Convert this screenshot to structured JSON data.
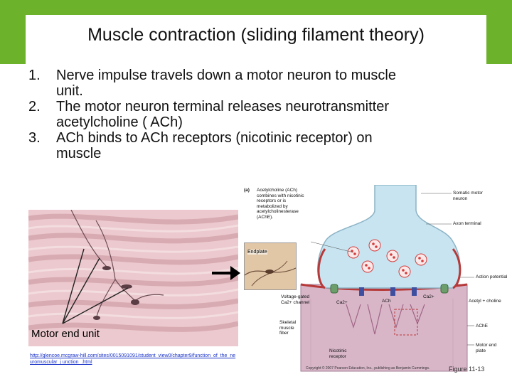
{
  "slide": {
    "title": "Muscle contraction (sliding filament theory)",
    "steps": [
      {
        "num": "1.",
        "line1": "Nerve impulse travels down a motor neuron to muscle",
        "line2": "unit."
      },
      {
        "num": "2.",
        "line1": "The motor neuron terminal releases neurotransmitter",
        "line2": "acetylcholine ( ACh)"
      },
      {
        "num": "3.",
        "line1": "ACh binds to ACh receptors (nicotinic receptor) on",
        "line2": "muscle"
      }
    ]
  },
  "micrograph": {
    "label": "Motor end unit",
    "url": "http://glencoe.mcgraw-hill.com/sites/0015091091/student_view0/chapter9/function_of_the_neuromuscular_j unction_.html"
  },
  "inset": {
    "label": "Endplate"
  },
  "figure": {
    "panel_label": "(a)",
    "callouts": {
      "ach_note": [
        "Acetylcholine (ACh)",
        "combines with nicotinic",
        "receptors or is",
        "metabolized by",
        "acetylcholinesterase",
        "(AChE)."
      ],
      "somatic": [
        "Somatic motor",
        "neuron"
      ],
      "axon_terminal": "Axon terminal",
      "action_potential": "Action potential",
      "ca_upper": "Ca2+",
      "vg_channel": [
        "Voltage-gated",
        "Ca2+ channel"
      ],
      "ca_lower": "Ca2+",
      "ach": "ACh",
      "acetyl_choline": "Acetyl + choline",
      "skeletal": [
        "Skeletal",
        "muscle",
        "fiber"
      ],
      "ache": "AChE",
      "motor_end_plate": [
        "Motor end",
        "plate"
      ],
      "nicotinic": [
        "Nicotinic",
        "receptor"
      ]
    },
    "copyright": "Copyright © 2007 Pearson Education, Inc., publishing as Benjamin Cummings.",
    "figure_number": "Figure 11-13"
  },
  "colors": {
    "accent": "#6cb32b",
    "url": "#1a33c8",
    "membrane": "#b73a3a",
    "vesicle": "#d43c3c",
    "cytoplasm": "#c7e4f0"
  }
}
